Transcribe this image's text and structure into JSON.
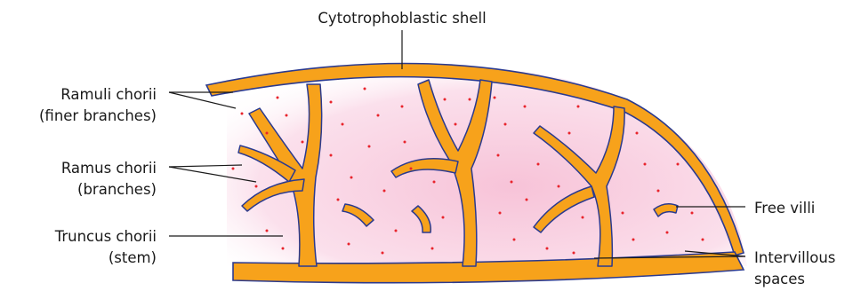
{
  "labels": {
    "top": "Cytotrophoblastic shell",
    "ramuli_1": "Ramuli chorii",
    "ramuli_2": "(finer branches)",
    "ramus_1": "Ramus chorii",
    "ramus_2": "(branches)",
    "truncus_1": "Truncus chorii",
    "truncus_2": "(stem)",
    "free_villi": "Free villi",
    "intervillous_1": "Intervillous",
    "intervillous_2": "spaces"
  },
  "colors": {
    "villus_fill": "#f7a21b",
    "villus_outline": "#2b3a8f",
    "space_fill": "#f9d3e3",
    "dots": "#e8242c",
    "leader_lines": "#1a1a1a"
  }
}
